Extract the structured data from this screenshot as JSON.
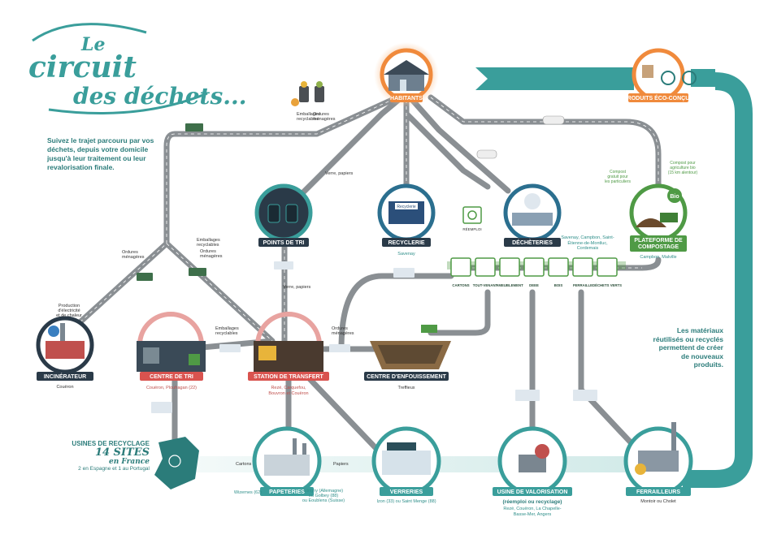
{
  "title": {
    "line1": "Le",
    "line2": "circuit",
    "line3": "des déchets..."
  },
  "intro": "Suivez le trajet parcouru par vos déchets, depuis votre domicile jusqu'à leur traitement ou leur revalorisation finale.",
  "side_note": "Les matériaux réutilisés ou recyclés permettent de créer de nouveaux produits.",
  "usines": {
    "line1": "USINES DE RECYCLAGE",
    "line2": "14 SITES",
    "line3": "en France",
    "line4": "2 en Espagne et 1 au Portugal"
  },
  "nodes": {
    "habitants": "HABITANTS",
    "produits": "PRODUITS ÉCO-CONÇUS",
    "points_tri": "POINTS DE TRI",
    "recyclerie": "RECYCLERIE",
    "recyclerie_loc": "Savenay",
    "decheteries": "DÉCHÈTERIES",
    "decheteries_loc": "Savenay, Campbon, Saint-Étienne-de-Montluc, Cordemais",
    "compostage_l1": "PLATEFORME DE",
    "compostage_l2": "COMPOSTAGE",
    "compostage_loc": "Campbon, Malville",
    "incinerateur": "INCINÉRATEUR",
    "incinerateur_loc": "Couëron",
    "centre_tri": "CENTRE DE TRI",
    "centre_tri_loc": "Couëron, Ploufragan (22)",
    "station": "STATION DE TRANSFERT",
    "station_loc1": "Rezé, Carquefou,",
    "station_loc2": "Bouvron et Couëron",
    "enfouissement": "CENTRE D'ENFOUISSEMENT",
    "enfouissement_loc": "Treffieux",
    "papeteries": "PAPETERIES",
    "papeteries_loc1": "Wizernes (62)",
    "papeteries_loc2": "Etrigny (Allemagne)",
    "papeteries_loc3": "ou Golbey (88)",
    "papeteries_loc4": "ou Eoublens (Suisse)",
    "verreries": "VERRERIES",
    "verreries_loc": "Izon (33) ou Saint Menge (88)",
    "valorisation": "USINE DE VALORISATION",
    "valorisation_sub": "(réemploi ou recyclage)",
    "valorisation_loc1": "Rezé, Couëron, La Chapelle-",
    "valorisation_loc2": "Basse-Mer, Angers",
    "ferrailleurs": "FERRAILLEURS",
    "ferrailleurs_loc": "Montoir ou Cholet"
  },
  "labels": {
    "emballages": "Emballages",
    "recyclables": "recyclables",
    "ordures": "Ordures",
    "menageres": "ménagères",
    "verre_papiers": "Verre, papiers",
    "production_l1": "Production",
    "production_l2": "d'électricité",
    "production_l3": "et de chaleur",
    "reemploi": "RÉEMPLOI",
    "compost_l1": "Compost",
    "compost_l2": "gratuit pour",
    "compost_l3": "les particuliers",
    "compost_bio_l1": "Compost pour",
    "compost_bio_l2": "agriculture bio",
    "compost_bio_l3": "(15 km alentour)",
    "cartons": "Cartons",
    "papiers": "Papiers",
    "bio_badge": "Bio",
    "recyclerie_sign": "Recyclerie"
  },
  "categories": [
    "CARTONS",
    "TOUT-VENANT",
    "AMEUBLEMENT",
    "DEEE",
    "BOIS",
    "FERRAILLE",
    "DÉCHETS VERTS"
  ],
  "colors": {
    "teal": "#3a9e9b",
    "dark_teal": "#2b7c7a",
    "red": "#d9534f",
    "orange": "#f08a3c",
    "dark": "#2a2a2a",
    "road": "#8a8f93",
    "green": "#4f9a45"
  }
}
